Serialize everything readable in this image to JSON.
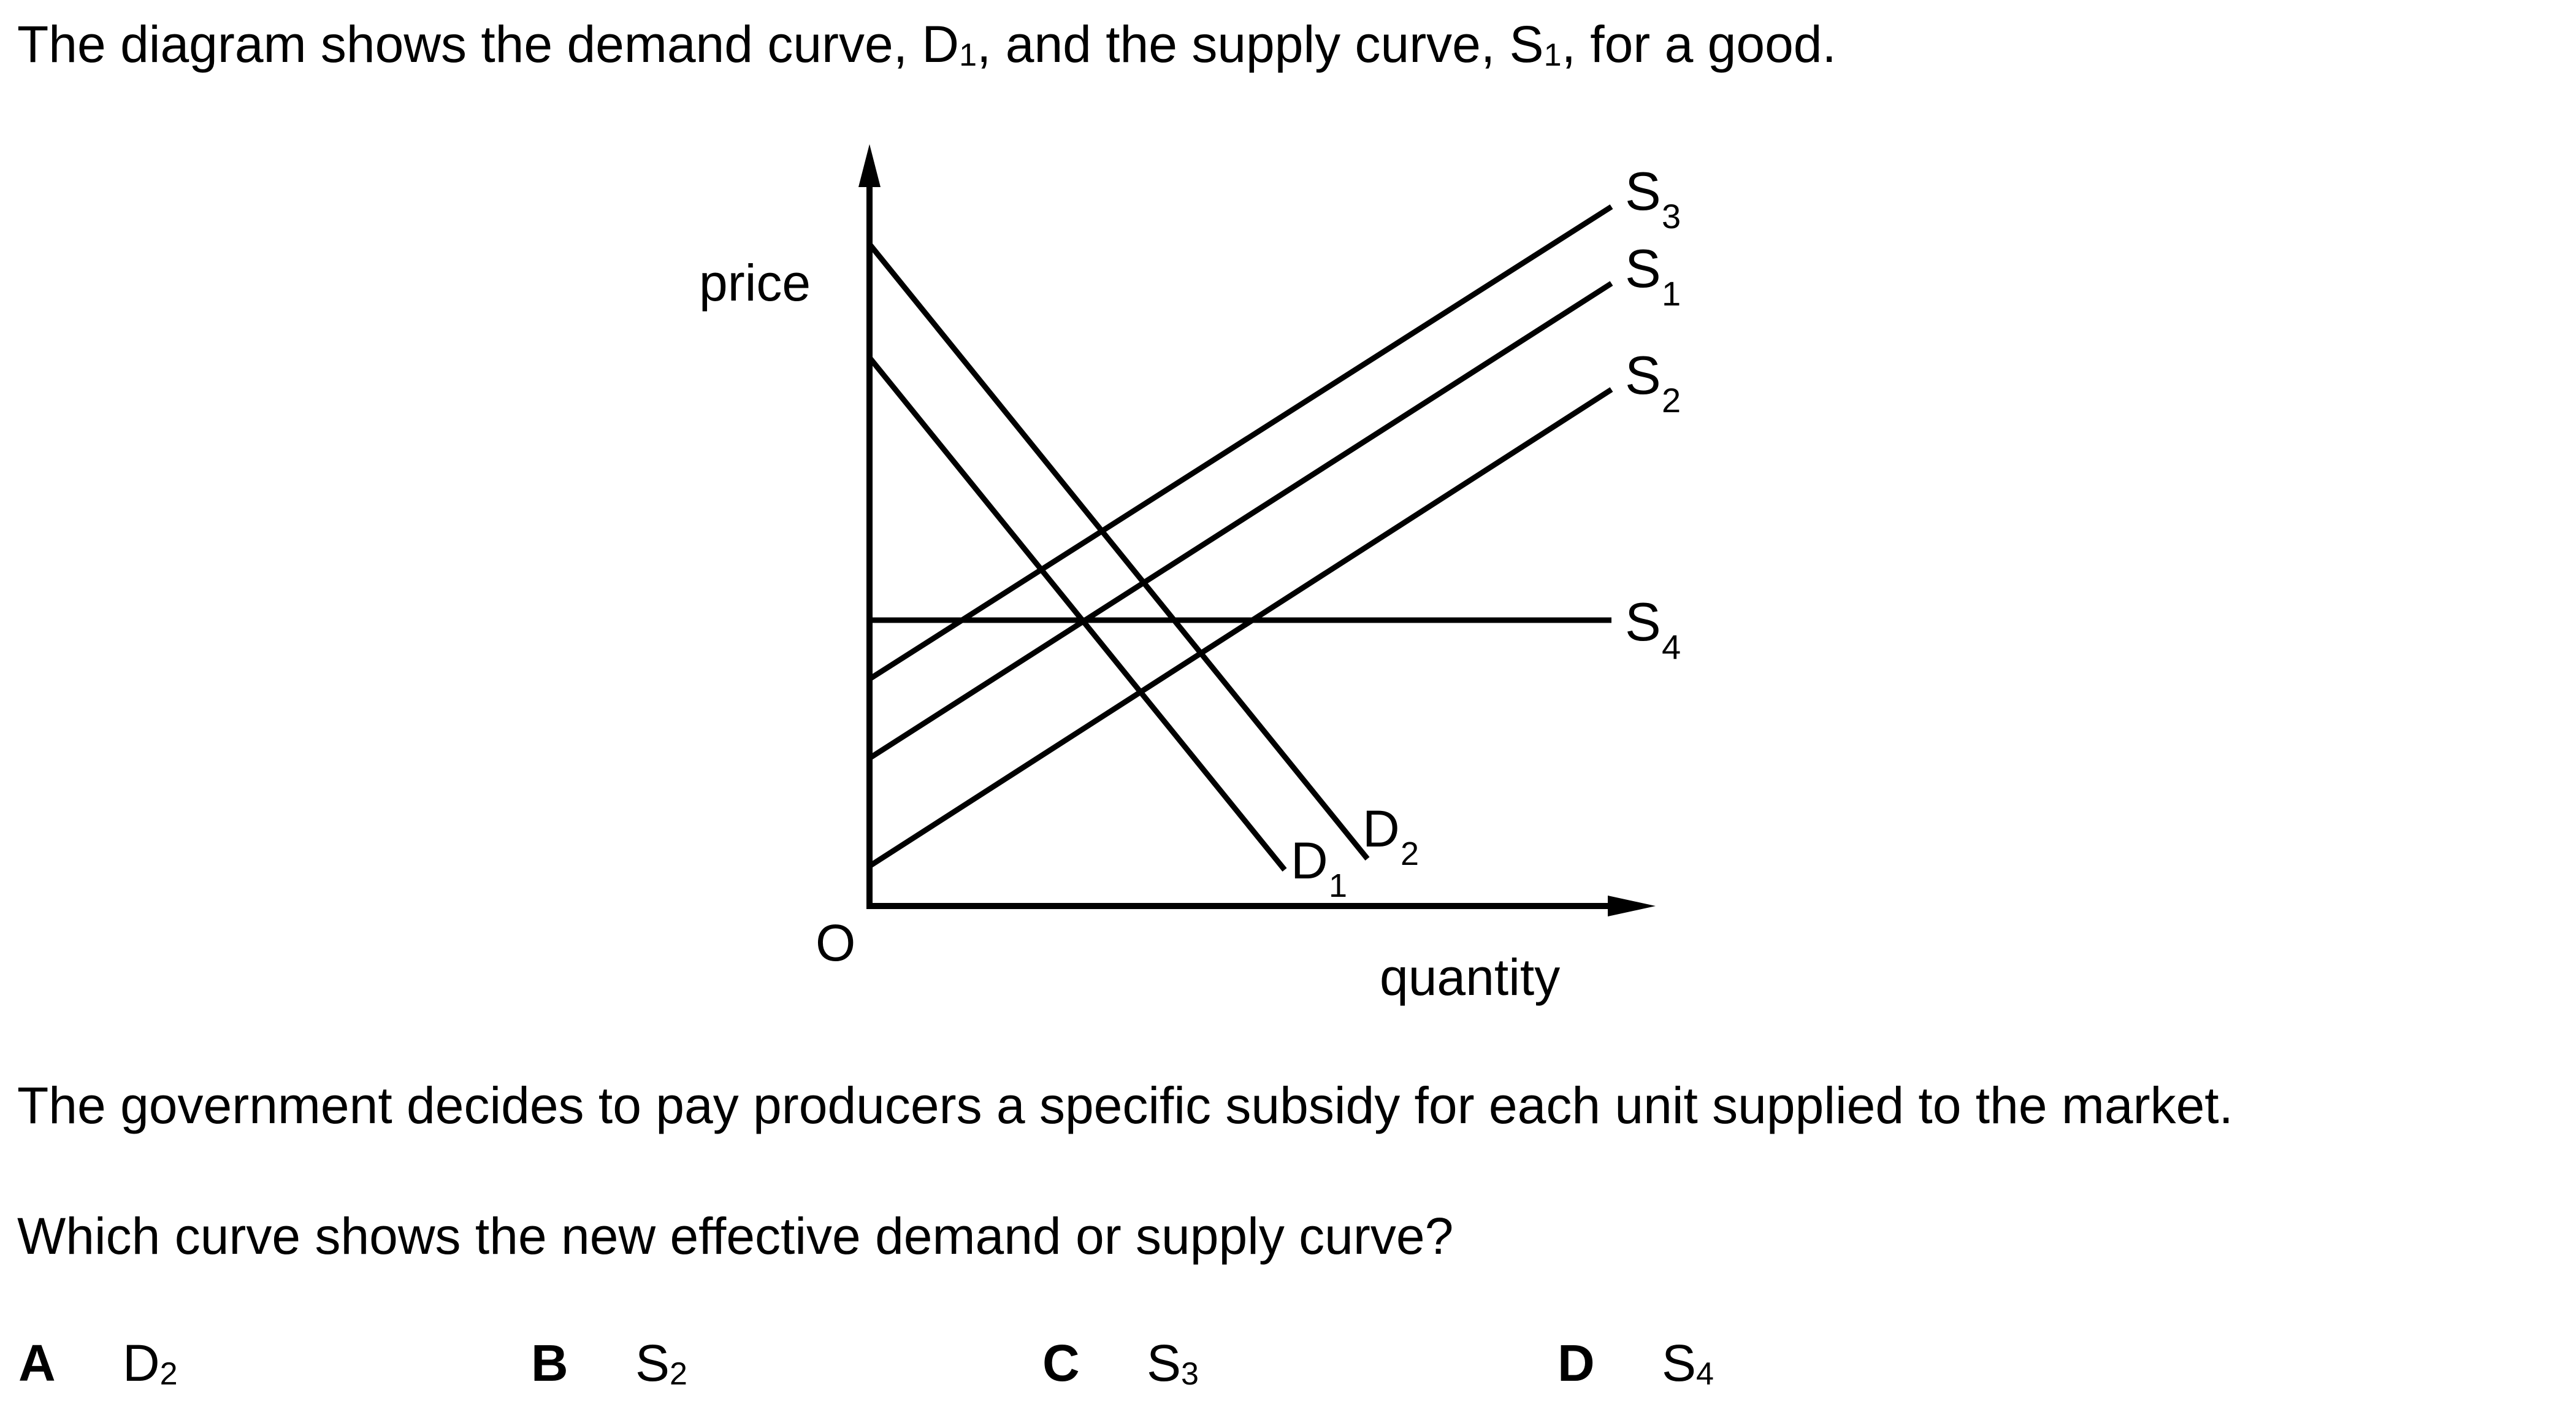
{
  "question": {
    "intro": {
      "before_d": "The diagram shows the demand curve, D",
      "d_sub": "1",
      "middle": ", and the supply curve, S",
      "s_sub": "1",
      "after": ", for a good."
    },
    "subsidy_text": "The government decides to pay producers a specific subsidy for each unit supplied to the market.",
    "prompt": "Which curve shows the new effective demand or supply curve?"
  },
  "diagram": {
    "y_axis_label": "price",
    "x_axis_label": "quantity",
    "origin_label": "O",
    "curves": [
      {
        "id": "S3",
        "letter": "S",
        "sub": "3"
      },
      {
        "id": "S1",
        "letter": "S",
        "sub": "1"
      },
      {
        "id": "S2",
        "letter": "S",
        "sub": "2"
      },
      {
        "id": "S4",
        "letter": "S",
        "sub": "4"
      },
      {
        "id": "D1",
        "letter": "D",
        "sub": "1"
      },
      {
        "id": "D2",
        "letter": "D",
        "sub": "2"
      }
    ]
  },
  "options": [
    {
      "letter": "A",
      "curve": "D",
      "sub": "2"
    },
    {
      "letter": "B",
      "curve": "S",
      "sub": "2"
    },
    {
      "letter": "C",
      "curve": "S",
      "sub": "3"
    },
    {
      "letter": "D",
      "curve": "S",
      "sub": "4"
    }
  ]
}
